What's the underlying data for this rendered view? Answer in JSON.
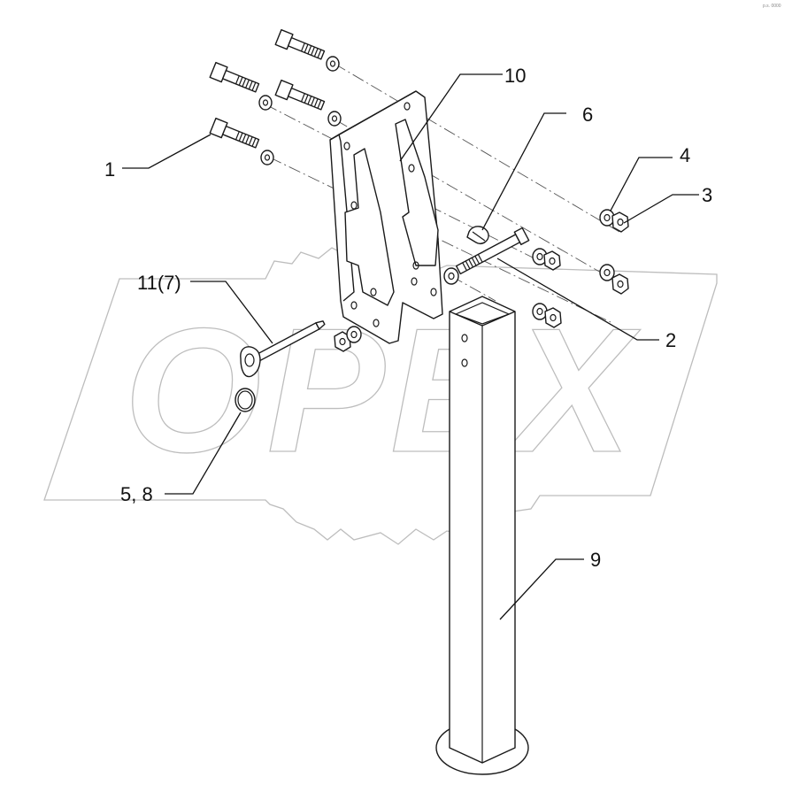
{
  "drawing": {
    "watermark": "OPEX",
    "corner_mark": "p.s. 0000",
    "callouts": [
      "1",
      "10",
      "6",
      "4",
      "3",
      "11(7)",
      "2",
      "5, 8",
      "9"
    ]
  }
}
